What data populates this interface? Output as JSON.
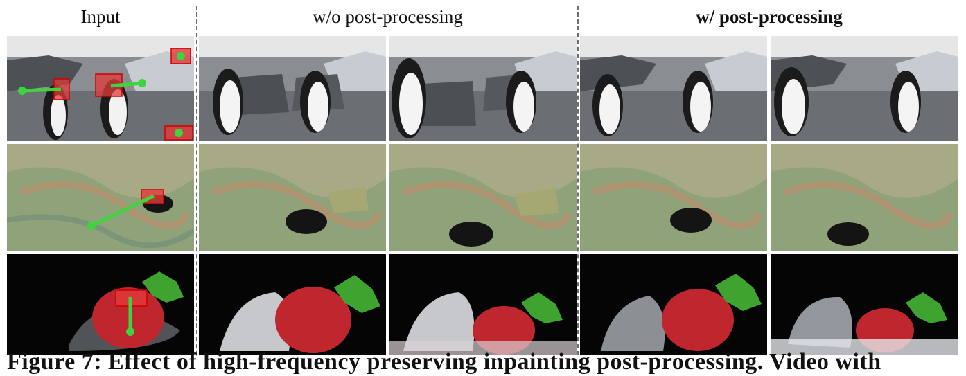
{
  "headers": {
    "input": "Input",
    "without": "w/o post-processing",
    "with": "w/ post-processing"
  },
  "caption": "Figure 7: Effect of high-frequency preserving inpainting post-processing. Video with",
  "rows": [
    {
      "scene": "penguins-on-rocky-beach",
      "sky": "#dcdcdc",
      "ground": "#6f7277"
    },
    {
      "scene": "toy-car-on-map",
      "sky": "#b9ae8a",
      "ground": "#8a9b74"
    },
    {
      "scene": "strawberry-splash-on-black",
      "sky": "#050505",
      "ground": "#0a0a0a"
    }
  ],
  "colors": {
    "annotation_box": "#e23a3a",
    "annotation_arrow": "#3fd43f"
  }
}
